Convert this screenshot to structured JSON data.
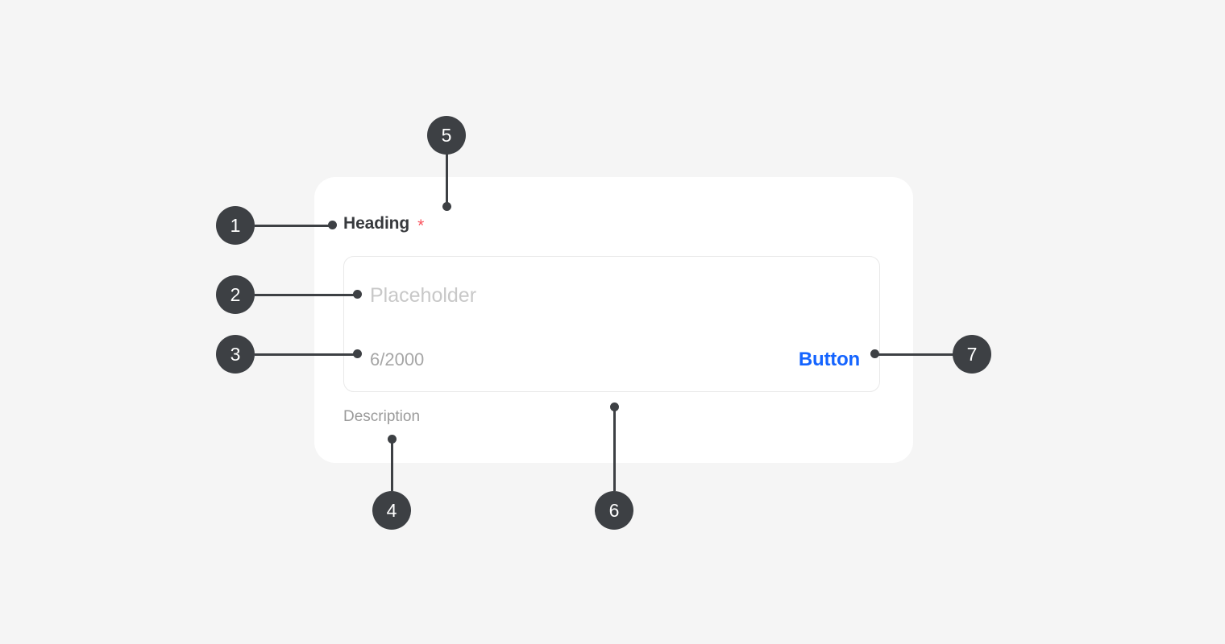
{
  "page": {
    "background_color": "#f5f5f5",
    "badge_color": "#3d4044",
    "accent_color": "#1464ff",
    "required_color": "#fa525c"
  },
  "card": {
    "background_color": "#ffffff",
    "heading": {
      "label": "Heading",
      "required_marker": "*"
    },
    "textarea": {
      "placeholder": "Placeholder",
      "counter": "6/2000",
      "current_length": 6,
      "max_length": 2000,
      "border_color": "#e9e9e9"
    },
    "action_button": {
      "label": "Button"
    },
    "description": {
      "label": "Description"
    }
  },
  "callouts": [
    {
      "number": "1",
      "target": "heading-label"
    },
    {
      "number": "2",
      "target": "placeholder-text"
    },
    {
      "number": "3",
      "target": "character-counter"
    },
    {
      "number": "4",
      "target": "description-text"
    },
    {
      "number": "5",
      "target": "required-asterisk"
    },
    {
      "number": "6",
      "target": "field-bottom-spacing"
    },
    {
      "number": "7",
      "target": "action-button"
    }
  ]
}
